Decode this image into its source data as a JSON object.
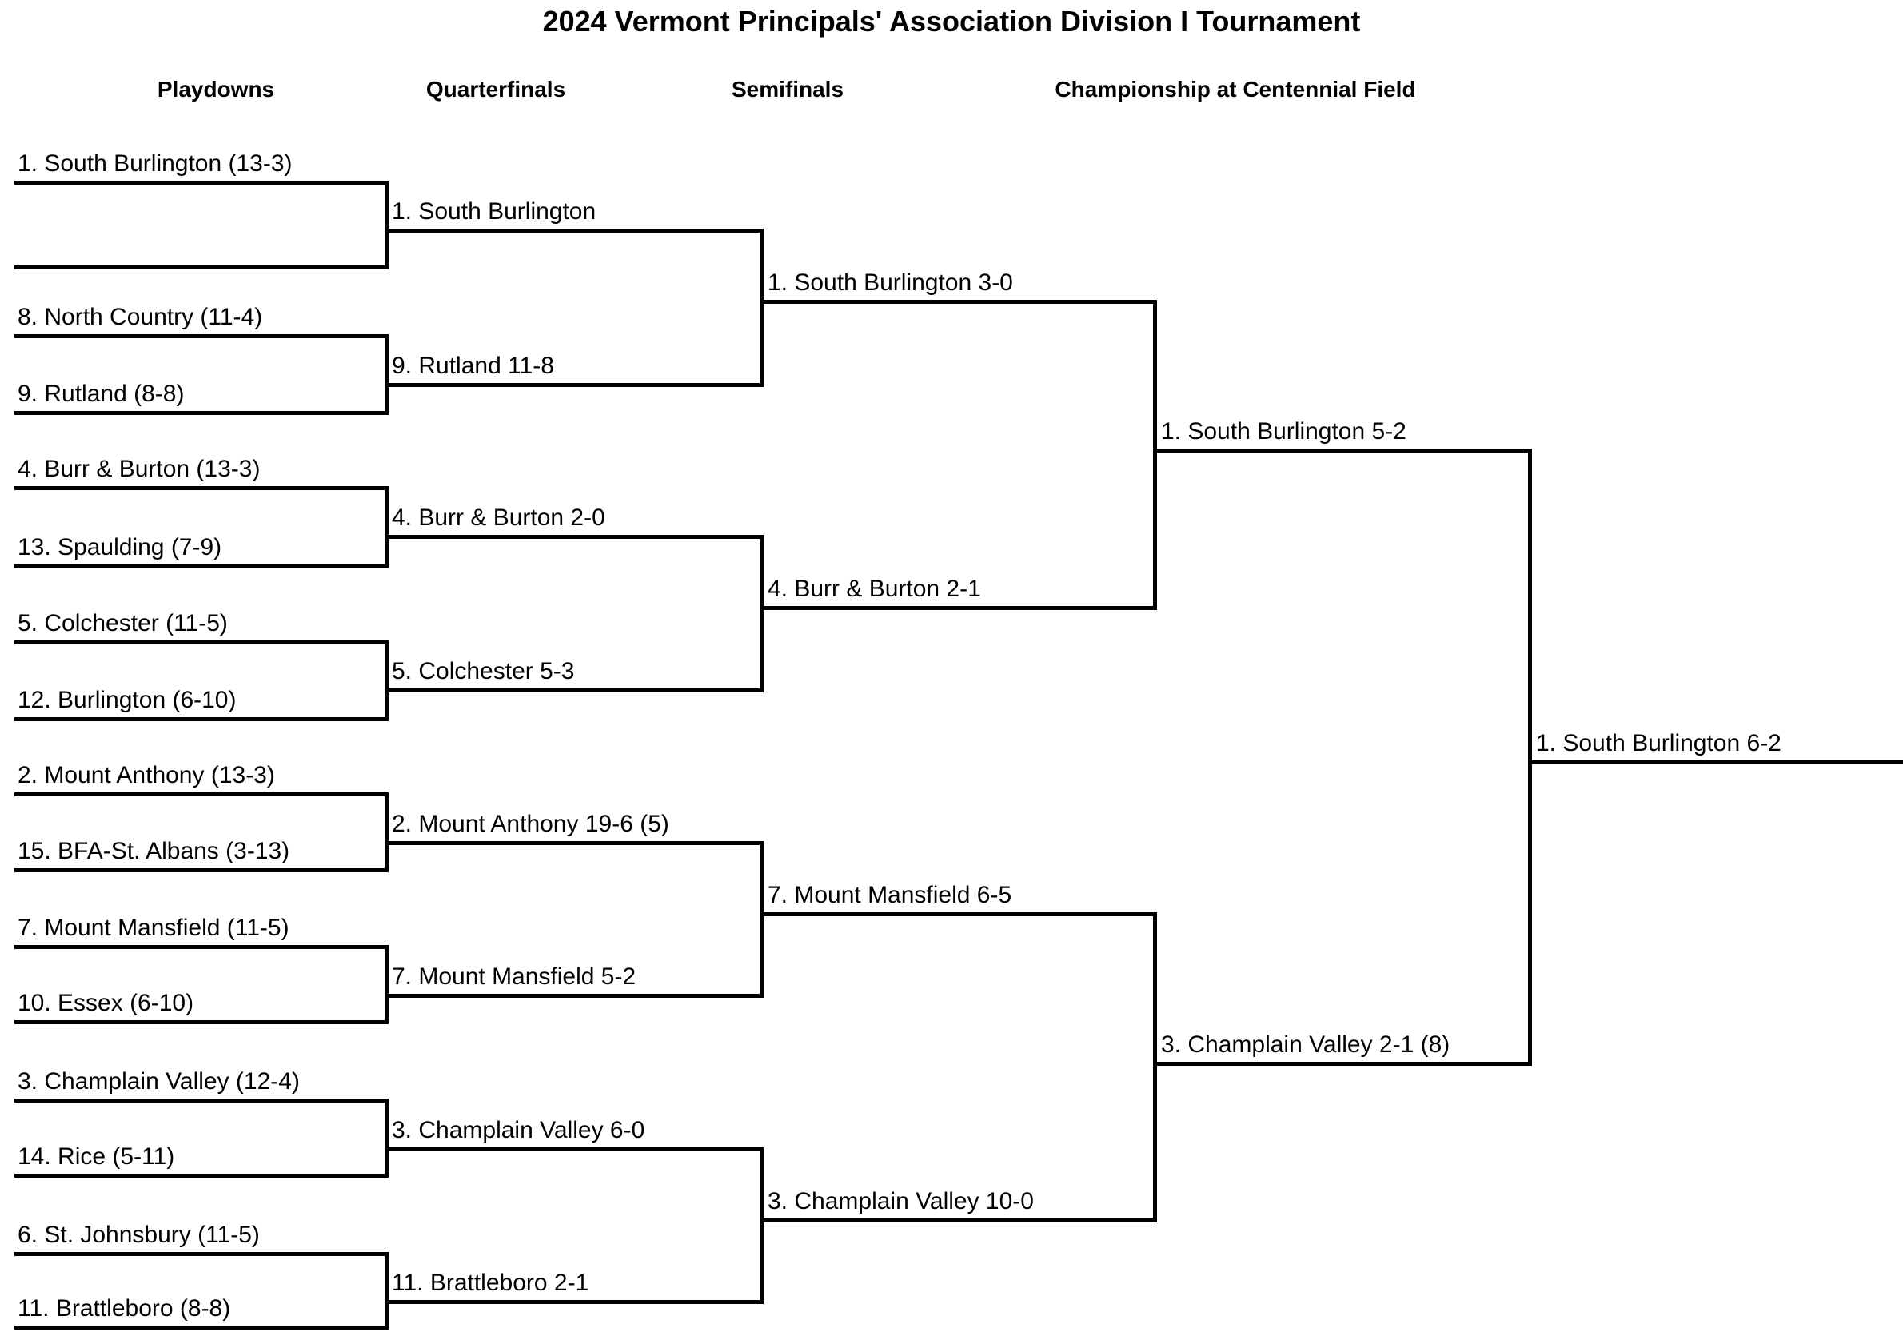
{
  "title": "2024 Vermont Principals' Association Division I Tournament",
  "columns": [
    {
      "label": "Playdowns"
    },
    {
      "label": "Quarterfinals"
    },
    {
      "label": "Semifinals"
    },
    {
      "label": "Championship at Centennial Field"
    }
  ],
  "playdowns": [
    {
      "label": "1. South Burlington (13-3)"
    },
    {
      "label": ""
    },
    {
      "label": "8. North Country (11-4)"
    },
    {
      "label": "9. Rutland (8-8)"
    },
    {
      "label": "4. Burr & Burton (13-3)"
    },
    {
      "label": "13. Spaulding (7-9)"
    },
    {
      "label": "5. Colchester (11-5)"
    },
    {
      "label": "12. Burlington (6-10)"
    },
    {
      "label": "2. Mount Anthony (13-3)"
    },
    {
      "label": "15. BFA-St. Albans (3-13)"
    },
    {
      "label": "7. Mount Mansfield (11-5)"
    },
    {
      "label": "10. Essex (6-10)"
    },
    {
      "label": "3. Champlain Valley (12-4)"
    },
    {
      "label": "14. Rice (5-11)"
    },
    {
      "label": "6. St. Johnsbury (11-5)"
    },
    {
      "label": "11. Brattleboro (8-8)"
    }
  ],
  "quarterfinals": [
    {
      "label": "1. South Burlington"
    },
    {
      "label": "9. Rutland 11-8"
    },
    {
      "label": "4. Burr & Burton 2-0"
    },
    {
      "label": "5. Colchester 5-3"
    },
    {
      "label": "2. Mount Anthony 19-6 (5)"
    },
    {
      "label": "7. Mount Mansfield 5-2"
    },
    {
      "label": "3. Champlain Valley 6-0"
    },
    {
      "label": "11. Brattleboro 2-1"
    }
  ],
  "semifinals": [
    {
      "label": "1. South Burlington 3-0"
    },
    {
      "label": "4. Burr & Burton 2-1"
    },
    {
      "label": "7. Mount Mansfield 6-5"
    },
    {
      "label": "3. Champlain Valley 10-0"
    }
  ],
  "championship": [
    {
      "label": "1. South Burlington 5-2"
    },
    {
      "label": "3. Champlain Valley 2-1 (8)"
    }
  ],
  "champion": {
    "label": "1. South Burlington 6-2"
  },
  "colors": {
    "line": "#000000",
    "background": "#ffffff",
    "text": "#000000"
  }
}
